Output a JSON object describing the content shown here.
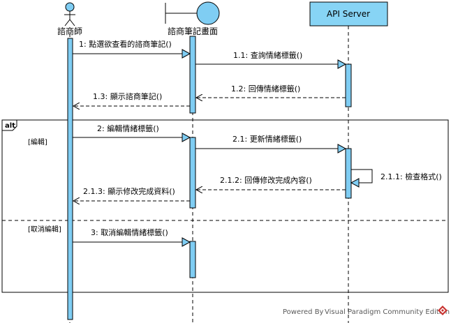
{
  "lifelines": {
    "actor": {
      "label": "諮商師",
      "type": "actor"
    },
    "boundary": {
      "label": "諮商筆記畫面",
      "type": "boundary"
    },
    "server": {
      "label": "API Server",
      "type": "box"
    }
  },
  "messages": [
    {
      "text": "1: 點選欲查看的諮商筆記()",
      "kind": "sync"
    },
    {
      "text": "1.1: 查詢情緒標籤()",
      "kind": "sync"
    },
    {
      "text": "1.2: 回傳情緒標籤()",
      "kind": "return"
    },
    {
      "text": "1.3: 顯示諮商筆記()",
      "kind": "return"
    },
    {
      "text": "2: 編輯情緒標籤()",
      "kind": "sync"
    },
    {
      "text": "2.1: 更新情緒標籤()",
      "kind": "sync"
    },
    {
      "text": "2.1.1: 檢查格式()",
      "kind": "self"
    },
    {
      "text": "2.1.2: 回傳修改完成內容()",
      "kind": "return"
    },
    {
      "text": "2.1.3: 顯示修改完成資料()",
      "kind": "return"
    },
    {
      "text": "3: 取消編輯情緒標籤()",
      "kind": "sync"
    }
  ],
  "fragment": {
    "operator": "alt",
    "guards": [
      "[編輯]",
      "[取消編輯]"
    ]
  },
  "footer": {
    "powered_by": "Powered By",
    "product": "Visual Paradigm Community Edition"
  },
  "colors": {
    "lifeline_fill": "#7fcdf3",
    "server_fill": "#87d4f5",
    "stroke": "#000000",
    "logo_red": "#c8312e"
  }
}
